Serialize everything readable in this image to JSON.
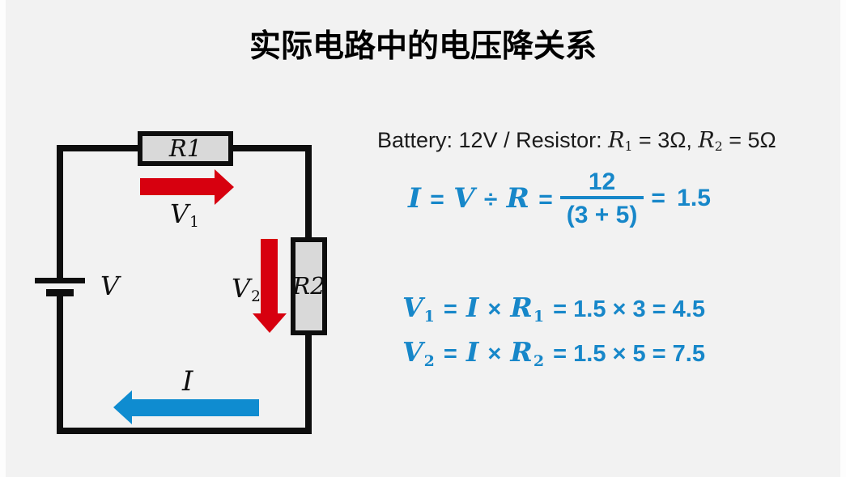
{
  "page": {
    "title": "实际电路中的电压降关系"
  },
  "colors": {
    "background": "#f2f2f2",
    "edge_strip": "#fdfdfd",
    "ink": "#0e0e0e",
    "text": "#1b1b1b",
    "resistor_fill": "#d9d9d9",
    "arrow_red": "#d7000f",
    "arrow_blue": "#0f8cd0",
    "formula_blue": "#1787c9"
  },
  "circuit": {
    "battery": {
      "symbol": "V"
    },
    "resistor1": {
      "symbol": "R",
      "sub": "1"
    },
    "resistor2": {
      "symbol": "R",
      "sub": "2"
    },
    "drop1": {
      "symbol": "V",
      "sub": "1"
    },
    "drop2": {
      "symbol": "V",
      "sub": "2"
    },
    "current": {
      "symbol": "I"
    }
  },
  "spec": {
    "prefix": "Battery: 12V / Resistor: ",
    "r1_symbol": "R",
    "r1_sub": "1",
    "r1_value": " = 3Ω, ",
    "r2_symbol": "R",
    "r2_sub": "2",
    "r2_value": " = 5Ω"
  },
  "formula_current": {
    "i": "I",
    "eq1": " = ",
    "v": "V",
    "div": " ÷ ",
    "r": "R",
    "eq2": " = ",
    "numerator": "12",
    "denominator": "(3 + 5)",
    "eq3": " = ",
    "result": "1.5"
  },
  "formula_v1": {
    "v": "V",
    "v_sub": "1",
    "eq1": " = ",
    "i": "I",
    "times": " × ",
    "r": "R",
    "r_sub": "1",
    "rest": " = 1.5 × 3 = 4.5"
  },
  "formula_v2": {
    "v": "V",
    "v_sub": "2",
    "eq1": " = ",
    "i": "I",
    "times": " × ",
    "r": "R",
    "r_sub": "2",
    "rest": " = 1.5 × 5 = 7.5"
  }
}
